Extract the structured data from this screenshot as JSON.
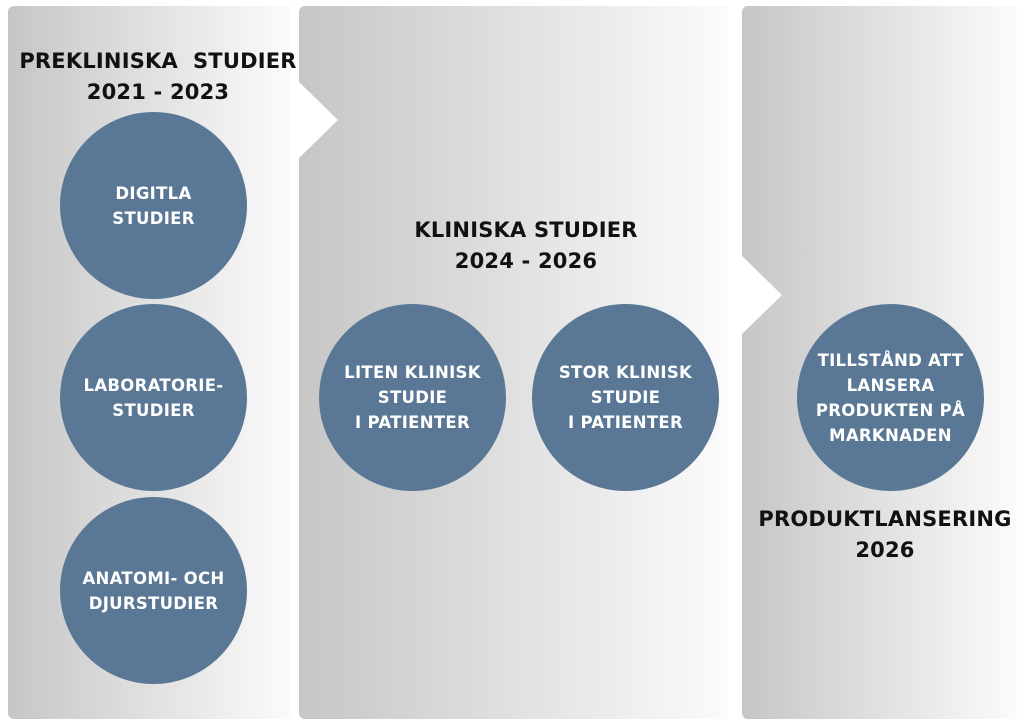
{
  "phases": [
    {
      "title": "PREKLINISKA  STUDIER",
      "years": "2021 - 2023",
      "items": [
        {
          "lines": [
            "DIGITLA",
            "STUDIER"
          ]
        },
        {
          "lines": [
            "LABORATORIE-",
            "STUDIER"
          ]
        },
        {
          "lines": [
            "ANATOMI- OCH",
            "DJURSTUDIER"
          ]
        }
      ]
    },
    {
      "title": "KLINISKA STUDIER",
      "years": "2024 - 2026",
      "items": [
        {
          "lines": [
            "LITEN KLINISK",
            "STUDIE",
            "I PATIENTER"
          ]
        },
        {
          "lines": [
            "STOR KLINISK",
            "STUDIE",
            "I PATIENTER"
          ]
        }
      ]
    },
    {
      "title": "PRODUKTLANSERING",
      "years": "2026",
      "items": [
        {
          "lines": [
            "TILLSTÅND ATT",
            "LANSERA",
            "PRODUKTEN PÅ",
            "MARKNADEN"
          ]
        }
      ]
    }
  ],
  "colors": {
    "circle_fill": "#5a7895",
    "circle_text": "#ffffff",
    "panel_gradient_start": "#c8c8c8",
    "panel_gradient_end": "#fbfbfb",
    "heading_text": "#111111"
  }
}
